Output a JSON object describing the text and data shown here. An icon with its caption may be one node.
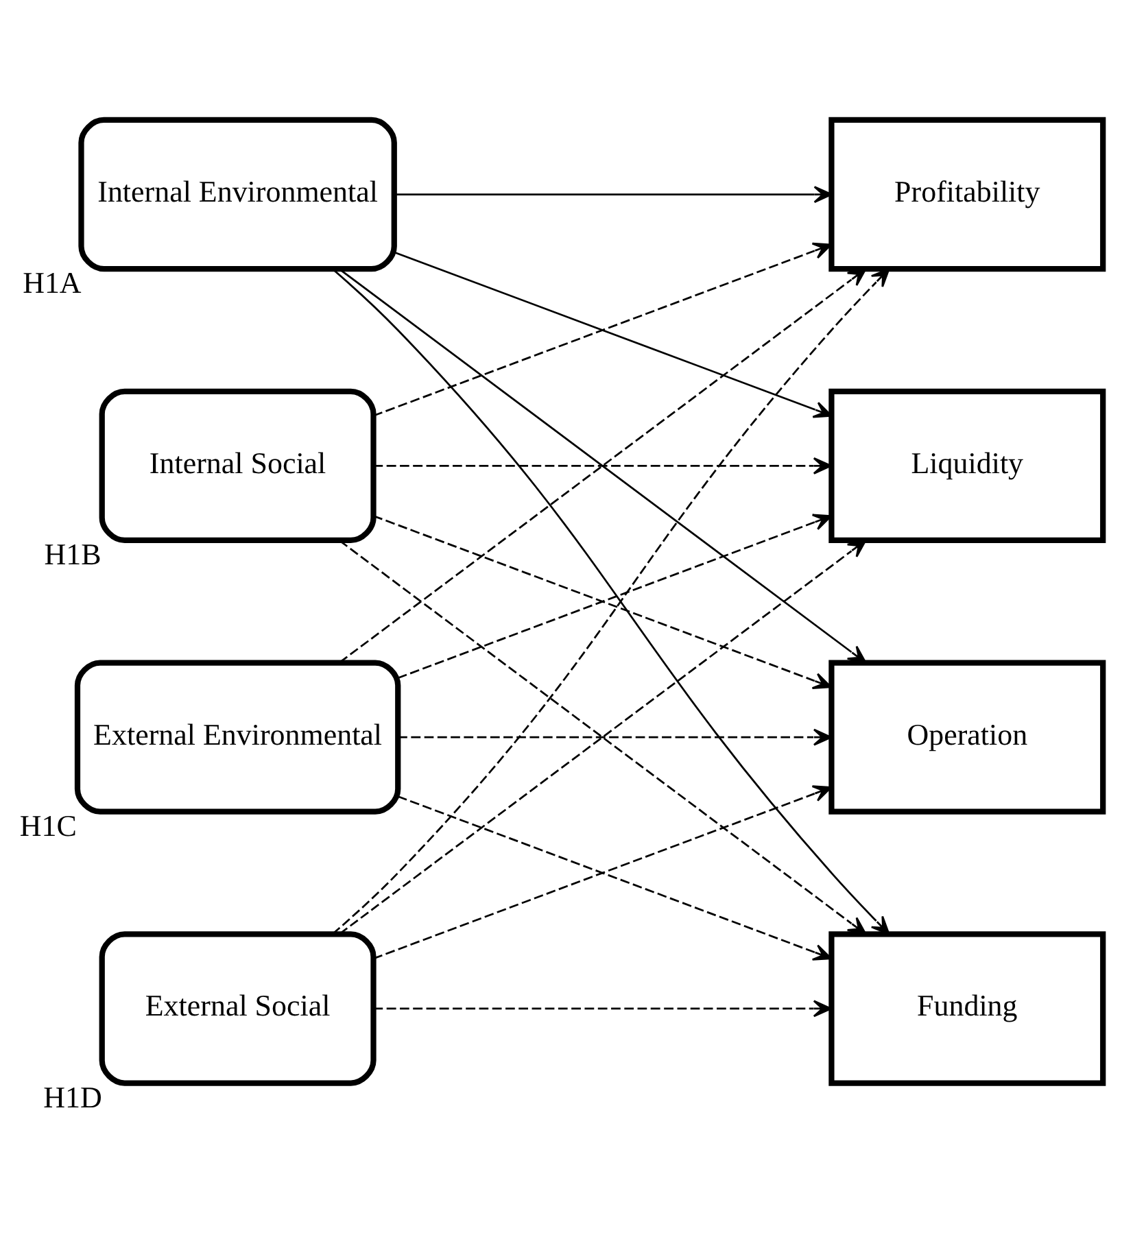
{
  "diagram": {
    "nodes": [
      {
        "text": [
          "Internal Environmental"
        ],
        "beside": [
          "H1A"
        ]
      },
      {
        "text": [
          "Internal Social"
        ],
        "beside": [
          "H1B"
        ]
      },
      {
        "text": [
          "External Environmental"
        ],
        "beside": [
          "H1C"
        ]
      },
      {
        "text": [
          "External Social"
        ],
        "beside": [
          "H1D"
        ]
      },
      {
        "text": [
          "Profitability"
        ]
      },
      {
        "text": [
          "Liquidity"
        ]
      },
      {
        "text": [
          "Operation"
        ]
      },
      {
        "text": [
          "Funding"
        ]
      }
    ],
    "edges": [
      {
        "from": 0,
        "to": 4,
        "arrow": "to"
      },
      {
        "from": 0,
        "to": 5,
        "arrow": "to"
      },
      {
        "from": 0,
        "to": 6,
        "arrow": "to"
      },
      {
        "from": 0,
        "to": 7,
        "arrow": "to"
      },
      {
        "from": 1,
        "to": 4,
        "arrow": "to",
        "style": "dashed"
      },
      {
        "from": 1,
        "to": 5,
        "arrow": "to",
        "style": "dashed"
      },
      {
        "from": 1,
        "to": 6,
        "arrow": "to",
        "style": "dashed"
      },
      {
        "from": 1,
        "to": 7,
        "arrow": "to",
        "style": "dashed"
      },
      {
        "from": 2,
        "to": 4,
        "arrow": "to",
        "style": "dashed"
      },
      {
        "from": 2,
        "to": 5,
        "arrow": "to",
        "style": "dashed"
      },
      {
        "from": 2,
        "to": 6,
        "arrow": "to",
        "style": "dashed"
      },
      {
        "from": 2,
        "to": 7,
        "arrow": "to",
        "style": "dashed"
      },
      {
        "from": 3,
        "to": 4,
        "arrow": "to",
        "style": "dashed"
      },
      {
        "from": 3,
        "to": 5,
        "arrow": "to",
        "style": "dashed"
      },
      {
        "from": 3,
        "to": 6,
        "arrow": "to",
        "style": "dashed"
      },
      {
        "from": 3,
        "to": 7,
        "arrow": "to",
        "style": "dashed"
      }
    ]
  }
}
